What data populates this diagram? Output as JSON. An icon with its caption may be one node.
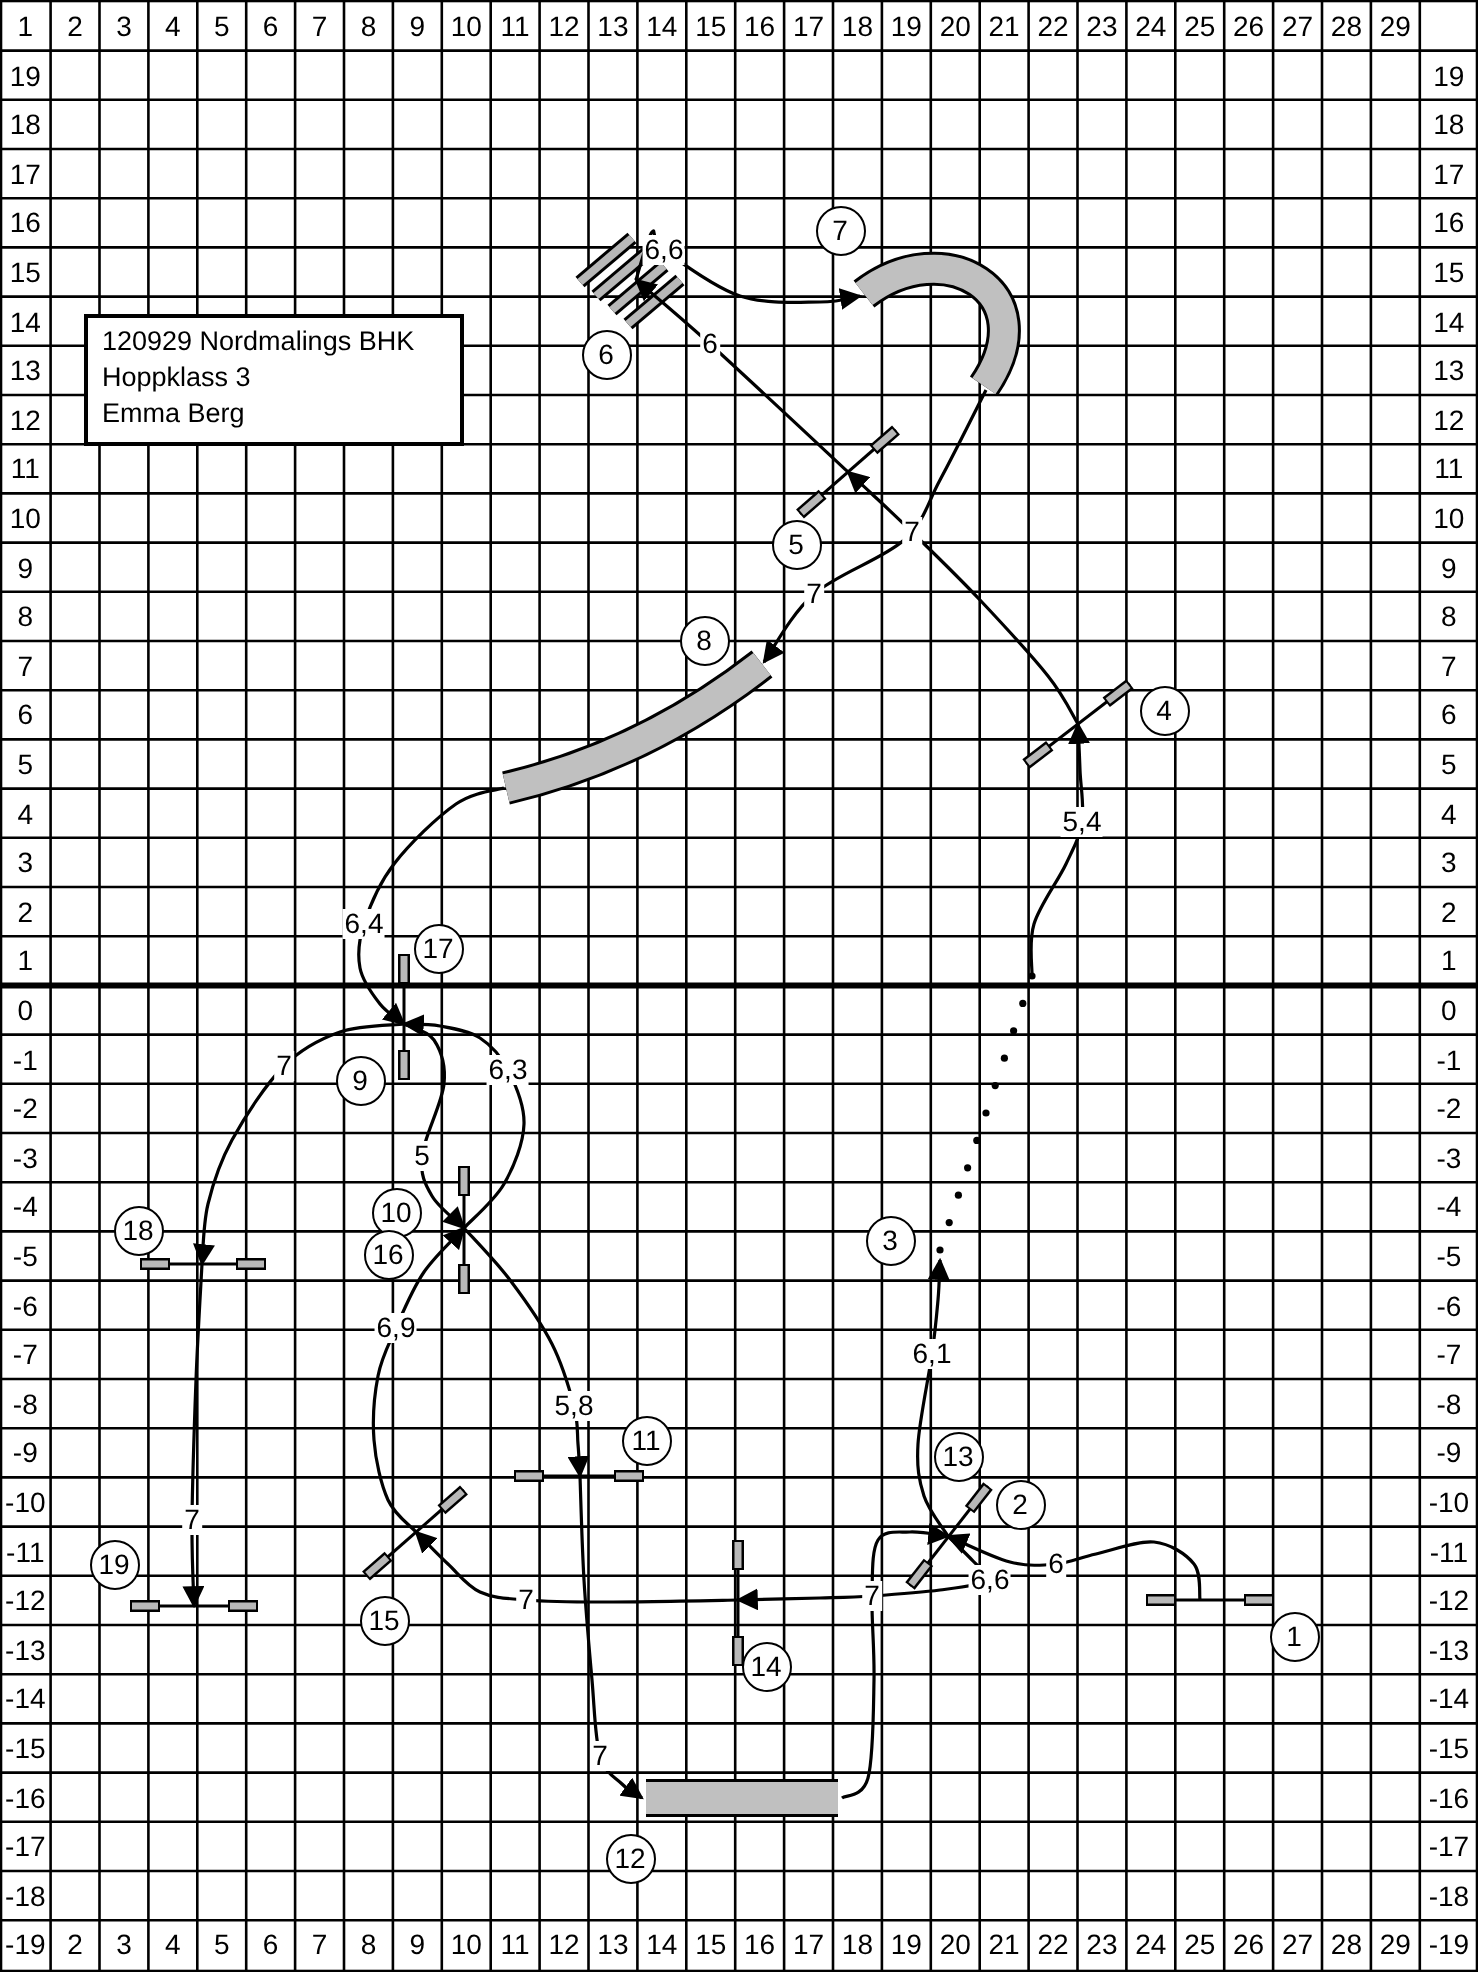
{
  "diagram": {
    "nodes": [
      {
        "text": [
          "120929 Nordmalings BHK",
          "Hoppklass 3",
          "Emma Berg"
        ]
      },
      {
        "text": [
          "1"
        ]
      },
      {
        "text": [
          "2"
        ]
      },
      {
        "text": [
          "3"
        ]
      },
      {
        "text": [
          "4"
        ]
      },
      {
        "text": [
          "5"
        ]
      },
      {
        "text": [
          "6"
        ]
      },
      {
        "text": [
          "7"
        ]
      },
      {
        "text": [
          "8"
        ]
      },
      {
        "text": [
          "9"
        ]
      },
      {
        "text": [
          "10"
        ]
      },
      {
        "text": [
          "11"
        ]
      },
      {
        "text": [
          "12"
        ]
      },
      {
        "text": [
          "13"
        ]
      },
      {
        "text": [
          "14"
        ]
      },
      {
        "text": [
          "15"
        ]
      },
      {
        "text": [
          "16"
        ]
      },
      {
        "text": [
          "17"
        ]
      },
      {
        "text": [
          "18"
        ]
      },
      {
        "text": [
          "19"
        ]
      },
      {
        "text": [],
        "shape": "bar"
      },
      {
        "text": [],
        "shape": "bar"
      },
      {
        "text": [],
        "shape": "poles"
      },
      {
        "text": [],
        "shape": "bar"
      },
      {
        "text": [],
        "shape": "bar"
      },
      {
        "text": [],
        "shape": "bar"
      },
      {
        "text": [],
        "shape": "tube"
      },
      {
        "text": [],
        "shape": "tube"
      },
      {
        "text": [],
        "shape": "bar"
      },
      {
        "text": [],
        "shape": "bar"
      },
      {
        "text": [],
        "shape": "bar"
      },
      {
        "text": [],
        "shape": "tube"
      },
      {
        "text": [],
        "shape": "bar"
      },
      {
        "text": [],
        "shape": "bar"
      },
      {
        "text": [],
        "shape": "bar"
      },
      {
        "text": [],
        "shape": "bar"
      }
    ],
    "edges": [
      {
        "from": 20,
        "to": 21,
        "arrow": "to",
        "label": "6"
      },
      {
        "from": 21,
        "to": 22,
        "arrow": "to",
        "label": "6,1"
      },
      {
        "from": 22,
        "to": 23,
        "arrow": "to",
        "label": "5,4"
      },
      {
        "from": 23,
        "to": 24,
        "arrow": "to",
        "label": "7"
      },
      {
        "from": 24,
        "to": 25,
        "arrow": "to",
        "label": "6"
      },
      {
        "from": 25,
        "to": 26,
        "arrow": "to",
        "label": "6,6"
      },
      {
        "from": 26,
        "to": 27,
        "arrow": "to",
        "label": "7"
      },
      {
        "from": 27,
        "to": 28,
        "arrow": "to",
        "label": "6,4"
      },
      {
        "from": 28,
        "to": 29,
        "arrow": "to",
        "label": "5"
      },
      {
        "from": 29,
        "to": 30,
        "arrow": "to",
        "label": "5,8"
      },
      {
        "from": 30,
        "to": 31,
        "arrow": "to",
        "label": "7"
      },
      {
        "from": 31,
        "to": 21,
        "arrow": "to",
        "label": "7"
      },
      {
        "from": 21,
        "to": 32,
        "arrow": "to",
        "label": "6,6"
      },
      {
        "from": 32,
        "to": 33,
        "arrow": "to",
        "label": "7"
      },
      {
        "from": 33,
        "to": 29,
        "arrow": "to",
        "label": "6,9"
      },
      {
        "from": 29,
        "to": 28,
        "arrow": "to",
        "label": "6,3"
      },
      {
        "from": 28,
        "to": 34,
        "arrow": "to",
        "label": "7"
      },
      {
        "from": 34,
        "to": 35,
        "arrow": "to",
        "label": "7"
      }
    ],
    "labels": [
      "1",
      "2",
      "3",
      "4",
      "5",
      "6",
      "7",
      "8",
      "9",
      "10",
      "11",
      "12",
      "13",
      "14",
      "15",
      "16",
      "17",
      "18",
      "19",
      "20",
      "21",
      "22",
      "23",
      "24",
      "25",
      "26",
      "27",
      "28",
      "29",
      "19",
      "19",
      "18",
      "18",
      "17",
      "17",
      "16",
      "16",
      "15",
      "15",
      "14",
      "14",
      "13",
      "13",
      "12",
      "12",
      "11",
      "11",
      "10",
      "10",
      "9",
      "9",
      "8",
      "8",
      "7",
      "7",
      "6",
      "6",
      "5",
      "5",
      "4",
      "4",
      "3",
      "3",
      "2",
      "2",
      "1",
      "1",
      "0",
      "0",
      "-1",
      "-1",
      "-2",
      "-2",
      "-3",
      "-3",
      "-4",
      "-4",
      "-5",
      "-5",
      "-6",
      "-6",
      "-7",
      "-7",
      "-8",
      "-8",
      "-9",
      "-9",
      "-10",
      "-10",
      "-11",
      "-11",
      "-12",
      "-12",
      "-13",
      "-13",
      "-14",
      "-14",
      "-15",
      "-15",
      "-16",
      "-16",
      "-17",
      "-17",
      "-18",
      "-18",
      "-19",
      "2",
      "3",
      "4",
      "5",
      "6",
      "7",
      "8",
      "9",
      "10",
      "11",
      "12",
      "13",
      "14",
      "15",
      "16",
      "17",
      "18",
      "19",
      "20",
      "21",
      "22",
      "23",
      "24",
      "25",
      "26",
      "27",
      "28",
      "29",
      "-19"
    ]
  }
}
